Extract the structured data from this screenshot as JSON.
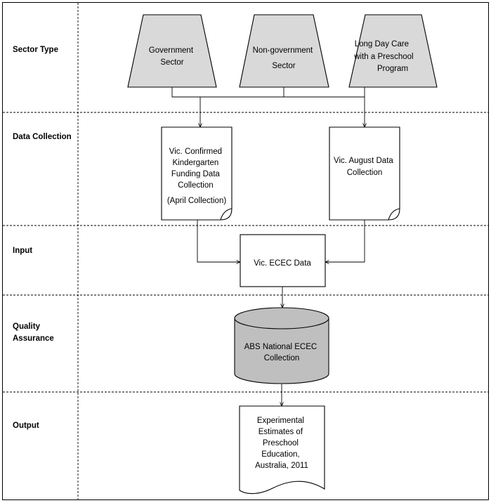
{
  "lanes": {
    "sector_type": "Sector Type",
    "data_collection": "Data Collection",
    "input": "Input",
    "quality_assurance": [
      "Quality",
      "Assurance"
    ],
    "output": "Output"
  },
  "nodes": {
    "government_sector": [
      "Government",
      "Sector"
    ],
    "non_government_sector": [
      "Non-government",
      "Sector"
    ],
    "long_day_care": [
      "Long Day Care",
      "with a Preschool",
      "Program"
    ],
    "vic_confirmed": [
      "Vic. Confirmed",
      "Kindergarten",
      "Funding Data",
      "Collection",
      "(April Collection)"
    ],
    "vic_august": [
      "Vic. August Data",
      "Collection"
    ],
    "vic_ecec": "Vic. ECEC Data",
    "abs_national": [
      "ABS National ECEC",
      "Collection"
    ],
    "experimental": [
      "Experimental",
      "Estimates of",
      "Preschool",
      "Education,",
      "Australia, 2011"
    ]
  },
  "colors": {
    "sector_fill": "#d9d9d9",
    "database_fill": "#bfbfbf",
    "document_fill": "#ffffff",
    "line": "#000000"
  }
}
